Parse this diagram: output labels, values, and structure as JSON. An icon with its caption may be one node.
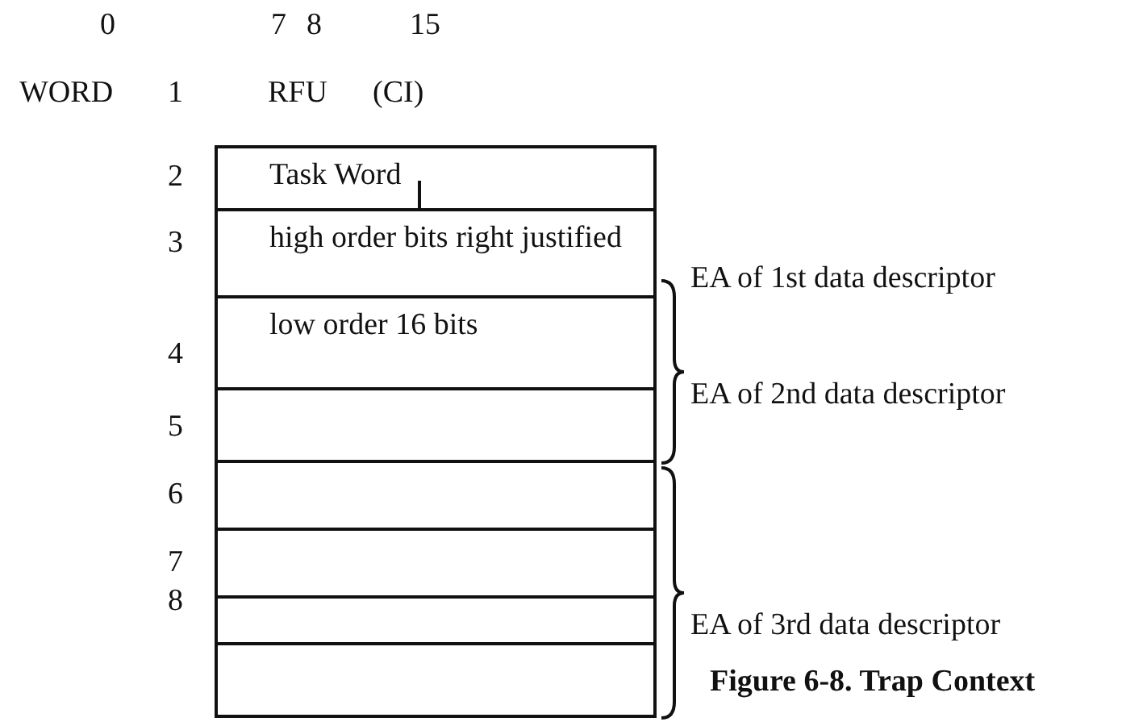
{
  "diagram": {
    "caption": "Figure 6-8. Trap Context",
    "nodes": [
      {
        "text": [
          "Task Word"
        ]
      },
      {
        "text": [
          "high order bits right justified"
        ]
      },
      {
        "text": [
          "low order 16 bits"
        ]
      },
      {
        "text": [],
        "shape": "box"
      },
      {
        "text": [],
        "shape": "box"
      },
      {
        "text": [],
        "shape": "box"
      },
      {
        "text": [],
        "shape": "box"
      },
      {
        "text": [],
        "shape": "box"
      }
    ],
    "edges": [],
    "labels": [
      "0",
      "7",
      "8",
      "15",
      "WORD",
      "1",
      "RFU",
      "(CI)",
      "2",
      "3",
      "4",
      "5",
      "6",
      "7",
      "8",
      "EA of 1st data descriptor",
      "EA of 2nd data descriptor",
      "EA of 3rd data descriptor"
    ]
  }
}
